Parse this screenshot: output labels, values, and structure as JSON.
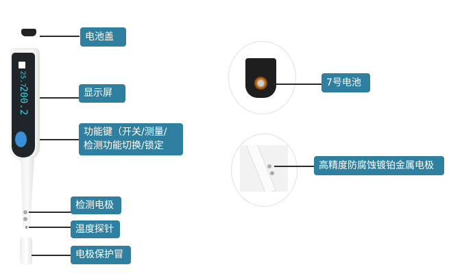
{
  "labels": {
    "battery_cover": "电池盖",
    "display": "显示屏",
    "function_key_line1": "功能键（开关/测量/",
    "function_key_line2": "检测功能切换/锁定",
    "electrode": "检测电极",
    "temp_probe": "温度探针",
    "cap": "电极保护冒",
    "battery": "7号电池",
    "metal_electrode": "高精度防腐蚀镀铂金属电极"
  },
  "device_display": {
    "temperature": "25.7",
    "reading": "200.2"
  },
  "colors": {
    "label_bg": "#2f7fa0",
    "display_text": "#3fd0e6",
    "button": "#3a8fd6"
  }
}
